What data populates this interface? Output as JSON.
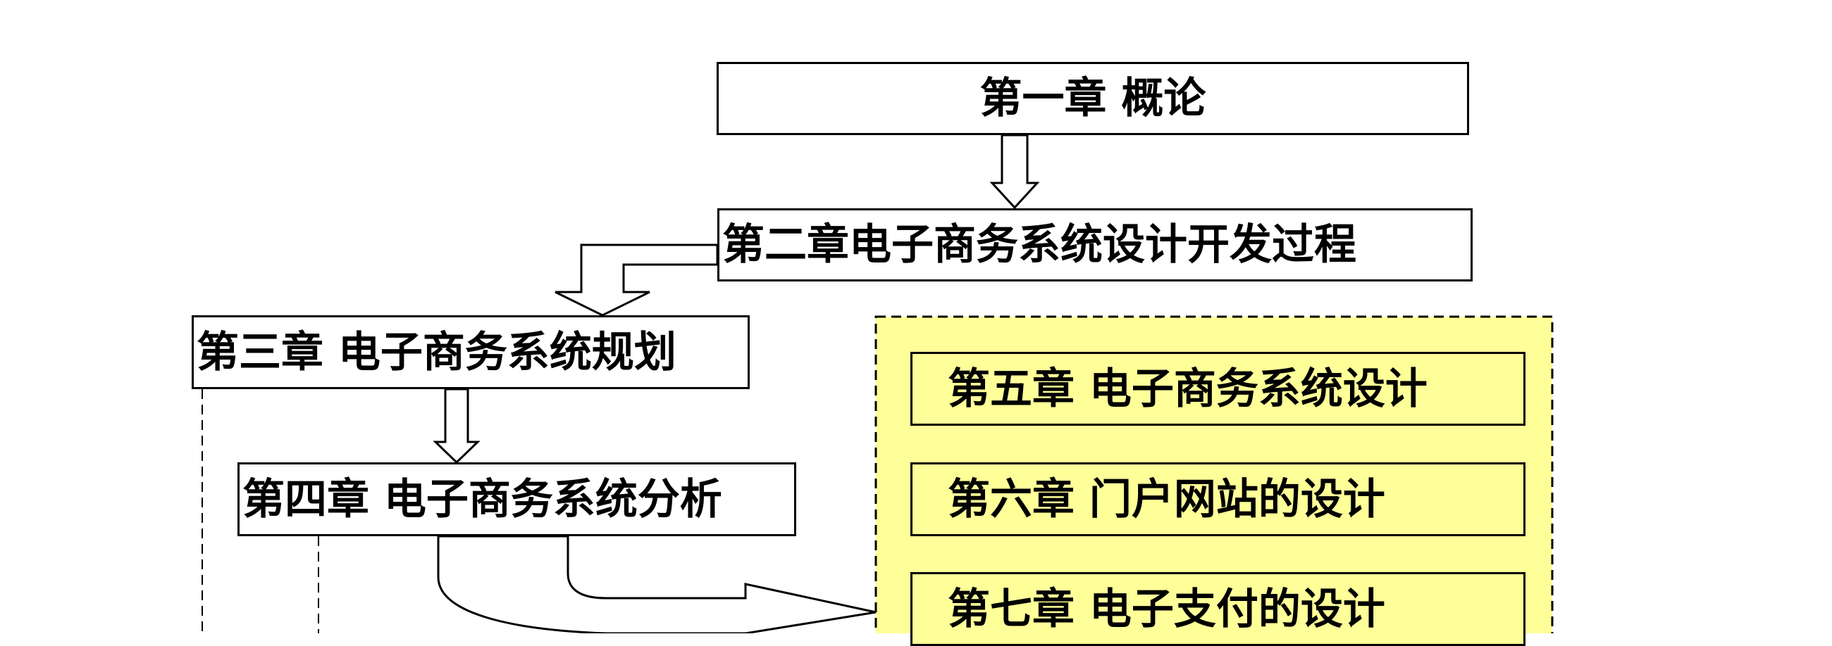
{
  "colors": {
    "line": "#000000",
    "box_fill": "#ffffff",
    "group_fill": "#ffff99"
  },
  "chapters": {
    "ch1": "第一章  概论",
    "ch2": "第二章电子商务系统设计开发过程",
    "ch3": "第三章  电子商务系统规划",
    "ch4": "第四章  电子商务系统分析",
    "ch5": "第五章  电子商务系统设计",
    "ch6": "第六章  门户网站的设计",
    "ch7": "第七章  电子支付的设计"
  }
}
